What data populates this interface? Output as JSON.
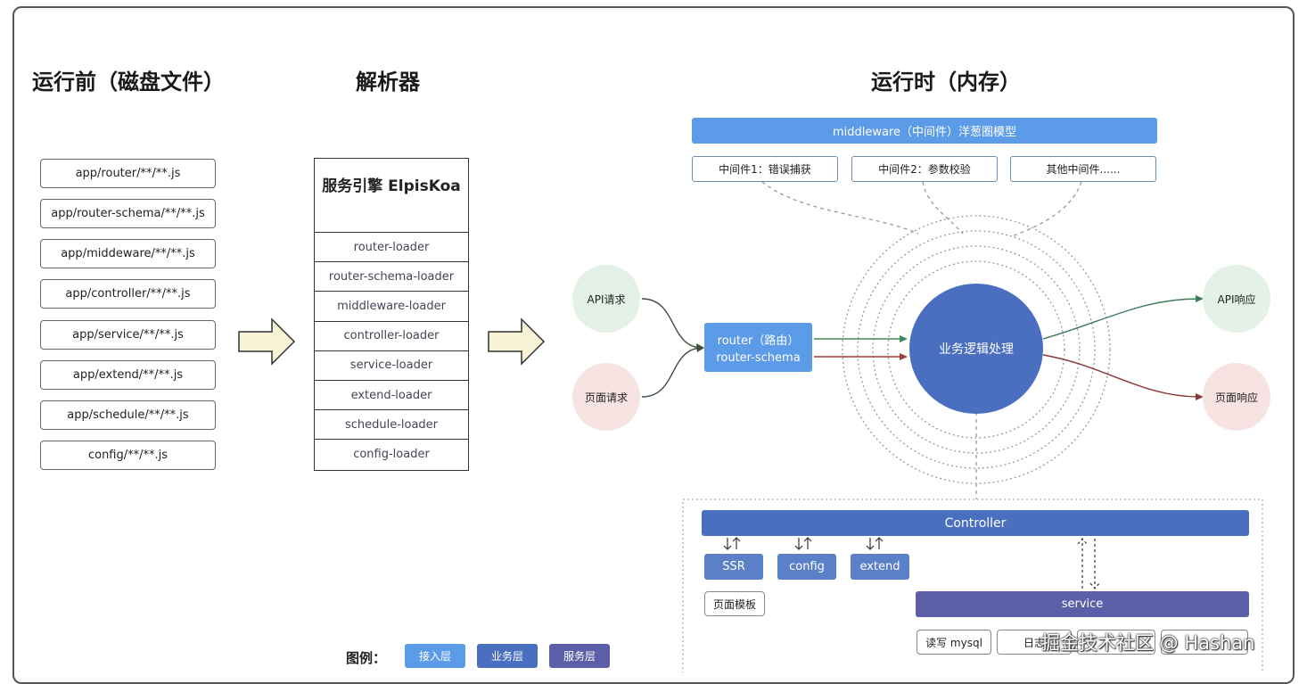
{
  "headings": {
    "disk": "运行前（磁盘文件）",
    "parser": "解析器",
    "runtime": "运行时（内存）"
  },
  "files": [
    "app/router/**/**.js",
    "app/router-schema/**/**.js",
    "app/middeware/**/**.js",
    "app/controller/**/**.js",
    "app/service/**/**.js",
    "app/extend/**/**.js",
    "app/schedule/**/**.js",
    "config/**/**.js"
  ],
  "engine": {
    "title": "服务引擎 ElpisKoa",
    "loaders": [
      "router-loader",
      "router-schema-loader",
      "middleware-loader",
      "controller-loader",
      "service-loader",
      "extend-loader",
      "schedule-loader",
      "config-loader"
    ]
  },
  "middleware": {
    "title": "middleware（中间件）洋葱圈模型",
    "items": [
      "中间件1：错误捕获",
      "中间件2：参数校验",
      "其他中间件......"
    ]
  },
  "requests": {
    "api": "API请求",
    "page": "页面请求"
  },
  "router": {
    "line1": "router（路由）",
    "line2": "router-schema"
  },
  "core": "业务逻辑处理",
  "responses": {
    "api": "API响应",
    "page": "页面响应"
  },
  "controller": {
    "title": "Controller",
    "items": [
      "SSR",
      "config",
      "extend"
    ],
    "template": "页面模板",
    "service": "service",
    "service_items": [
      "读写 mysql",
      "日志"
    ]
  },
  "legend": {
    "label": "图例：",
    "items": [
      "接入层",
      "业务层",
      "服务层"
    ]
  },
  "colors": {
    "access": "#5b9be8",
    "business": "#4a6fc0",
    "service": "#5b5fa8",
    "api_bubble": "#e4f1e6",
    "page_bubble": "#f8e3e3",
    "arrow_fill": "#f8f2d6"
  },
  "watermark": "掘金技术社区 @ Hashan"
}
